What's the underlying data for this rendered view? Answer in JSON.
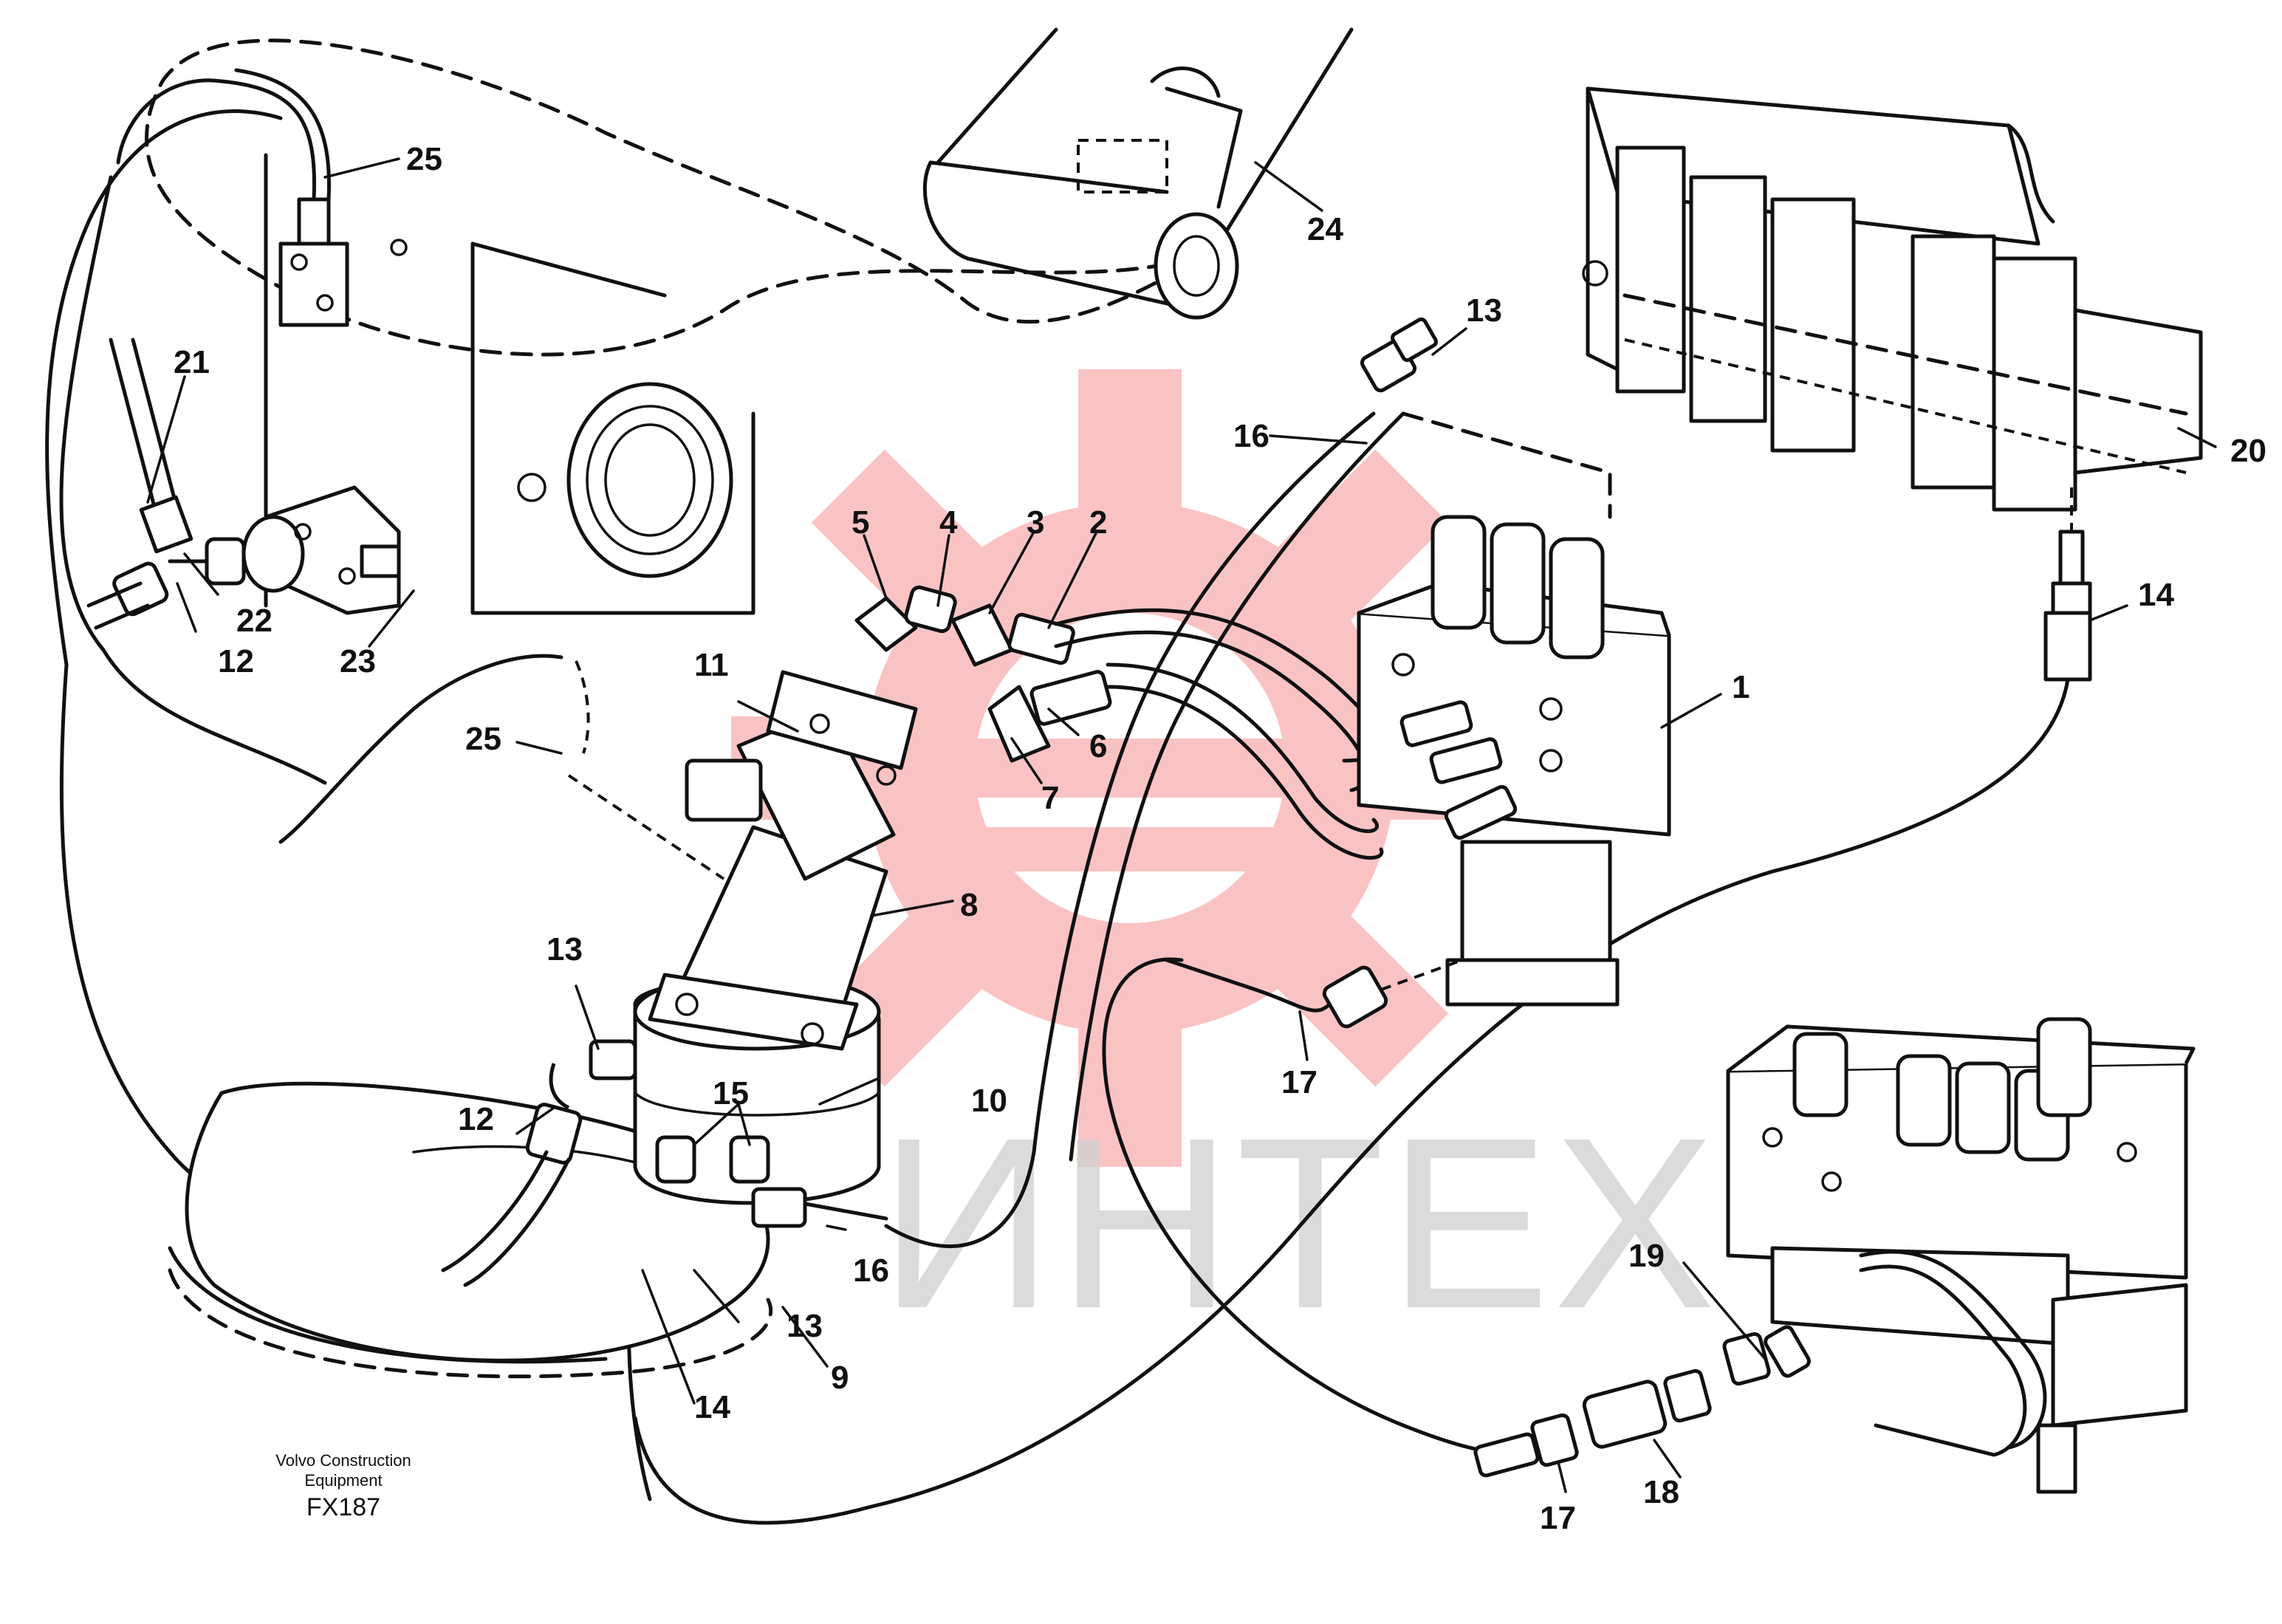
{
  "diagram": {
    "callouts": [
      "1",
      "2",
      "3",
      "4",
      "5",
      "6",
      "7",
      "8",
      "9",
      "10",
      "11",
      "12",
      "12",
      "13",
      "13",
      "13",
      "14",
      "14",
      "15",
      "16",
      "16",
      "17",
      "17",
      "18",
      "19",
      "20",
      "21",
      "22",
      "23",
      "24",
      "25",
      "25"
    ]
  },
  "footer": {
    "line1": "Volvo Construction",
    "line2": "Equipment",
    "code": "FX187"
  },
  "watermark": {
    "text": "ИНТЕХ"
  }
}
